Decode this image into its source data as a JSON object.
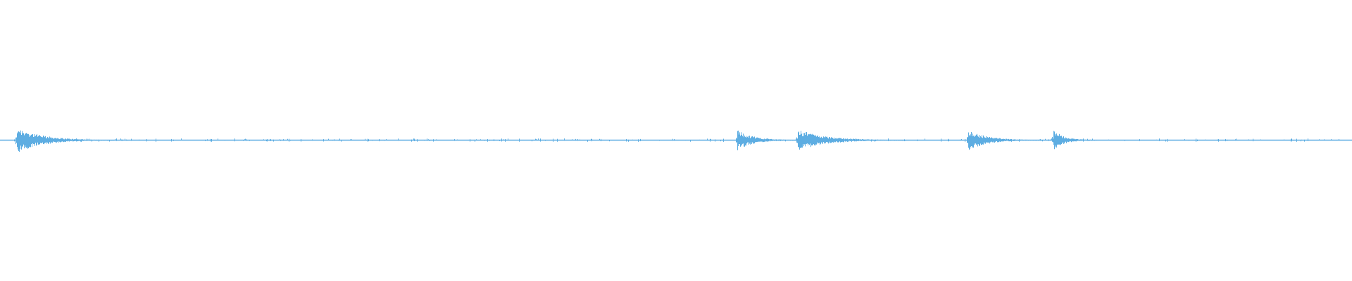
{
  "chart_data": {
    "type": "waveform",
    "title": "",
    "xlabel": "",
    "ylabel": "",
    "ylim": [
      -1,
      1
    ],
    "grid": false,
    "color": "#5dade2",
    "background": "#ffffff",
    "baseline_amplitude": 0.004,
    "noise_amplitude": 0.012,
    "events": [
      {
        "time_fraction": 0.012,
        "peak": 0.1,
        "decay": 0.018
      },
      {
        "time_fraction": 0.545,
        "peak": 0.075,
        "decay": 0.012
      },
      {
        "time_fraction": 0.59,
        "peak": 0.08,
        "decay": 0.02
      },
      {
        "time_fraction": 0.716,
        "peak": 0.075,
        "decay": 0.014
      },
      {
        "time_fraction": 0.779,
        "peak": 0.075,
        "decay": 0.008
      }
    ]
  }
}
